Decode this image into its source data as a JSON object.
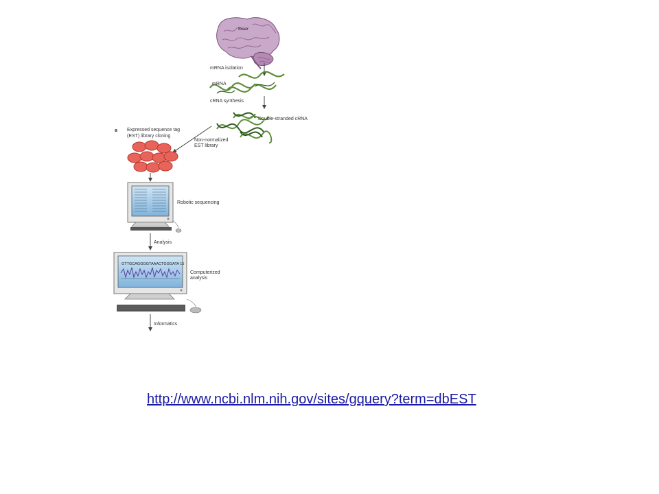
{
  "diagram": {
    "panel_label": "a",
    "brain_label": "Brain",
    "steps": {
      "mrna_isolation": "mRNA isolation",
      "mrna": "mRNA",
      "crna_synthesis": "cRNA synthesis",
      "double_stranded_crna": "Double-stranded cRNA",
      "est_cloning_line1": "Expressed sequence tag",
      "est_cloning_line2": "(EST) library cloning",
      "library_line1": "Non-normalized",
      "library_line2": "EST library",
      "robotic_sequencing": "Robotic sequencing",
      "analysis": "Analysis",
      "computerized_line1": "Computerized",
      "computerized_line2": "analysis",
      "informatics": "Informatics"
    },
    "sequence_text": "GTTGCAGGGGTAAACTGGGATA 15"
  },
  "link": {
    "url": "http://www.ncbi.nlm.nih.gov/sites/gquery?term=dbEST"
  },
  "colors": {
    "brain": "#c9a9c9",
    "brain_fold": "#8c5a8c",
    "dna_strand": "#5f8f3a",
    "dna_dark": "#2f5a1f",
    "colony": "#e8645a",
    "colony_edge": "#b8352e",
    "screen": "#9ec7e6",
    "trace": "#5a3c9c",
    "link": "#1a1aa6"
  }
}
